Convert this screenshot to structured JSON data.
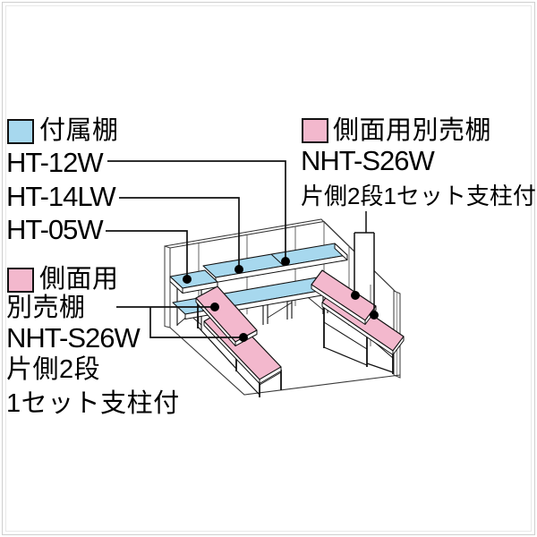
{
  "colors": {
    "attached_shelf_blue": "#A7D8EE",
    "optional_shelf_pink": "#F3B8CD",
    "outline_black": "#111111",
    "wireframe_gray": "#3a3a3a",
    "frame_gray": "#cfcfcf"
  },
  "legend_attached": {
    "label": "付属棚",
    "models": [
      "HT-12W",
      "HT-14LW",
      "HT-05W"
    ]
  },
  "legend_side_right": {
    "label": "側面用別売棚",
    "model": "NHT-S26W",
    "note": "片側2段1セット支柱付"
  },
  "legend_side_left": {
    "label_line1": "側面用",
    "label_line2": "別売棚",
    "model": "NHT-S26W",
    "note_line1": "片側2段",
    "note_line2": "1セット支柱付"
  }
}
